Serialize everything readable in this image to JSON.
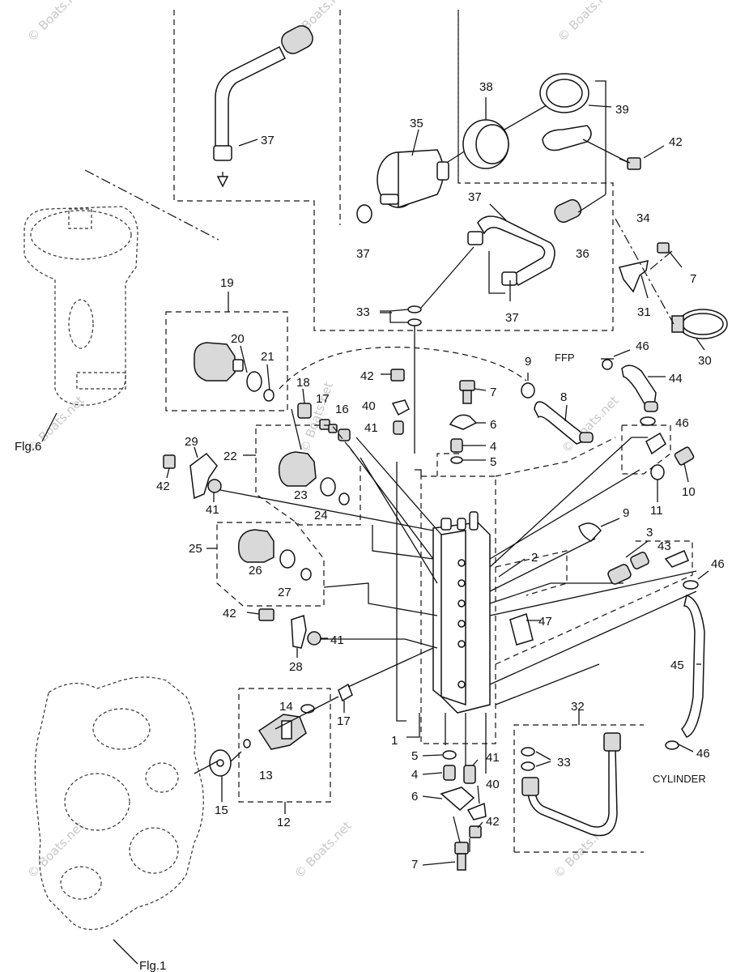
{
  "watermark": "© Boats.net",
  "callouts": [
    {
      "id": "c37a",
      "text": "37"
    },
    {
      "id": "c37b",
      "text": "37"
    },
    {
      "id": "c37c",
      "text": "37"
    },
    {
      "id": "c37d",
      "text": "37"
    },
    {
      "id": "c35",
      "text": "35"
    },
    {
      "id": "c38",
      "text": "38"
    },
    {
      "id": "c39",
      "text": "39"
    },
    {
      "id": "c42a",
      "text": "42"
    },
    {
      "id": "c34",
      "text": "34"
    },
    {
      "id": "c36",
      "text": "36"
    },
    {
      "id": "c7a",
      "text": "7"
    },
    {
      "id": "c31",
      "text": "31"
    },
    {
      "id": "c30",
      "text": "30"
    },
    {
      "id": "c33a",
      "text": "33"
    },
    {
      "id": "c19",
      "text": "19"
    },
    {
      "id": "c20",
      "text": "20"
    },
    {
      "id": "c21",
      "text": "21"
    },
    {
      "id": "c18",
      "text": "18"
    },
    {
      "id": "c17a",
      "text": "17"
    },
    {
      "id": "c16",
      "text": "16"
    },
    {
      "id": "c42b",
      "text": "42"
    },
    {
      "id": "c40a",
      "text": "40"
    },
    {
      "id": "c41a",
      "text": "41"
    },
    {
      "id": "c7b",
      "text": "7"
    },
    {
      "id": "c6a",
      "text": "6"
    },
    {
      "id": "c4a",
      "text": "4"
    },
    {
      "id": "c5a",
      "text": "5"
    },
    {
      "id": "c9a",
      "text": "9"
    },
    {
      "id": "c8",
      "text": "8"
    },
    {
      "id": "c46a",
      "text": "46"
    },
    {
      "id": "c44",
      "text": "44"
    },
    {
      "id": "c46b",
      "text": "46"
    },
    {
      "id": "c10",
      "text": "10"
    },
    {
      "id": "c11",
      "text": "11"
    },
    {
      "id": "c29",
      "text": "29"
    },
    {
      "id": "c22",
      "text": "22"
    },
    {
      "id": "c42c",
      "text": "42"
    },
    {
      "id": "c41b",
      "text": "41"
    },
    {
      "id": "c23",
      "text": "23"
    },
    {
      "id": "c24",
      "text": "24"
    },
    {
      "id": "c9b",
      "text": "9"
    },
    {
      "id": "c25",
      "text": "25"
    },
    {
      "id": "c26",
      "text": "26"
    },
    {
      "id": "c27",
      "text": "27"
    },
    {
      "id": "c2",
      "text": "2"
    },
    {
      "id": "c3",
      "text": "3"
    },
    {
      "id": "c43",
      "text": "43"
    },
    {
      "id": "c46c",
      "text": "46"
    },
    {
      "id": "c42d",
      "text": "42"
    },
    {
      "id": "c41c",
      "text": "41"
    },
    {
      "id": "c28",
      "text": "28"
    },
    {
      "id": "c47",
      "text": "47"
    },
    {
      "id": "c45",
      "text": "45"
    },
    {
      "id": "c14",
      "text": "14"
    },
    {
      "id": "c17b",
      "text": "17"
    },
    {
      "id": "c13",
      "text": "13"
    },
    {
      "id": "c15",
      "text": "15"
    },
    {
      "id": "c12",
      "text": "12"
    },
    {
      "id": "c1",
      "text": "1"
    },
    {
      "id": "c32",
      "text": "32"
    },
    {
      "id": "c5b",
      "text": "5"
    },
    {
      "id": "c41d",
      "text": "41"
    },
    {
      "id": "c33b",
      "text": "33"
    },
    {
      "id": "c4b",
      "text": "4"
    },
    {
      "id": "c40b",
      "text": "40"
    },
    {
      "id": "c6b",
      "text": "6"
    },
    {
      "id": "c42e",
      "text": "42"
    },
    {
      "id": "c7c",
      "text": "7"
    },
    {
      "id": "c46d",
      "text": "46"
    }
  ],
  "notes": {
    "ffp": "FFP",
    "cylinder": "CYLINDER",
    "fig6": "Flg.6",
    "fig1": "Flg.1"
  }
}
